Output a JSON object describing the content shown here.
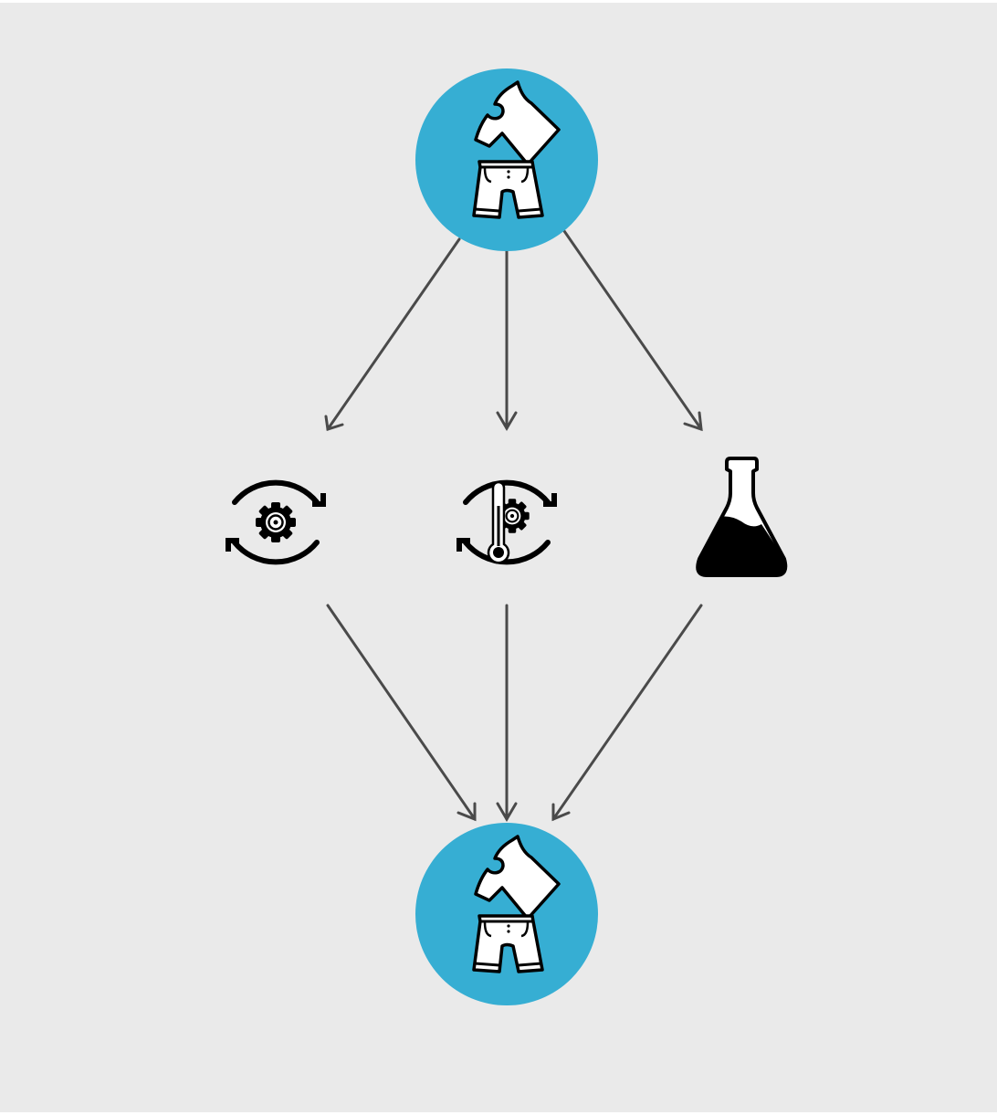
{
  "diagram": {
    "colors": {
      "background": "#eaeaea",
      "node_fill": "#36aed3",
      "arrow": "#4a4a4a",
      "icon_stroke": "#000000",
      "icon_fill": "#ffffff"
    },
    "nodes": [
      {
        "id": "clothing-top",
        "icon": "clothing-icon",
        "style": "blue-circle"
      },
      {
        "id": "mechanical-cycle",
        "icon": "gear-cycle-icon",
        "style": "plain"
      },
      {
        "id": "thermal-cycle",
        "icon": "thermometer-gear-cycle-icon",
        "style": "plain"
      },
      {
        "id": "chemical",
        "icon": "flask-icon",
        "style": "plain"
      },
      {
        "id": "clothing-bottom",
        "icon": "clothing-icon",
        "style": "blue-circle"
      }
    ],
    "edges": [
      {
        "from": "clothing-top",
        "to": "mechanical-cycle"
      },
      {
        "from": "clothing-top",
        "to": "thermal-cycle"
      },
      {
        "from": "clothing-top",
        "to": "chemical"
      },
      {
        "from": "mechanical-cycle",
        "to": "clothing-bottom"
      },
      {
        "from": "thermal-cycle",
        "to": "clothing-bottom"
      },
      {
        "from": "chemical",
        "to": "clothing-bottom"
      }
    ]
  }
}
